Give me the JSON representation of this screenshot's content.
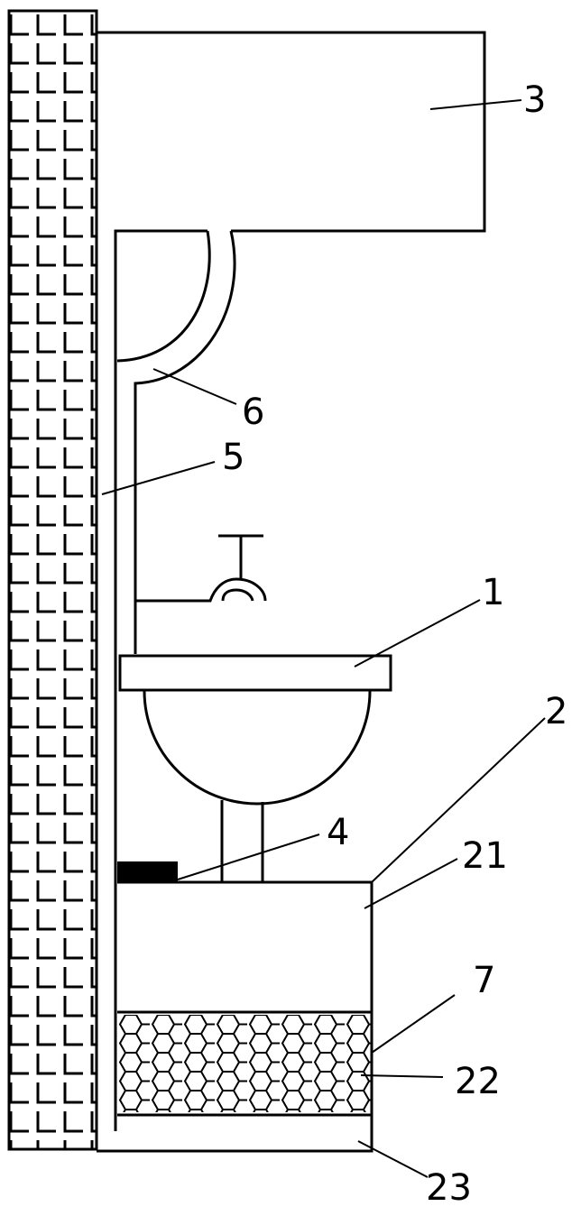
{
  "labels": {
    "water_tank": "3",
    "inlet_bend": "6",
    "supply_pipe": "5",
    "basin": "1",
    "cabinet": "2",
    "connector": "4",
    "upper_chamber": "21",
    "filter_media": "7",
    "filter_chamber": "22",
    "bottom_chamber": "23"
  },
  "colors": {
    "line": "#000000",
    "background": "#ffffff",
    "connector_fill": "#000000"
  }
}
